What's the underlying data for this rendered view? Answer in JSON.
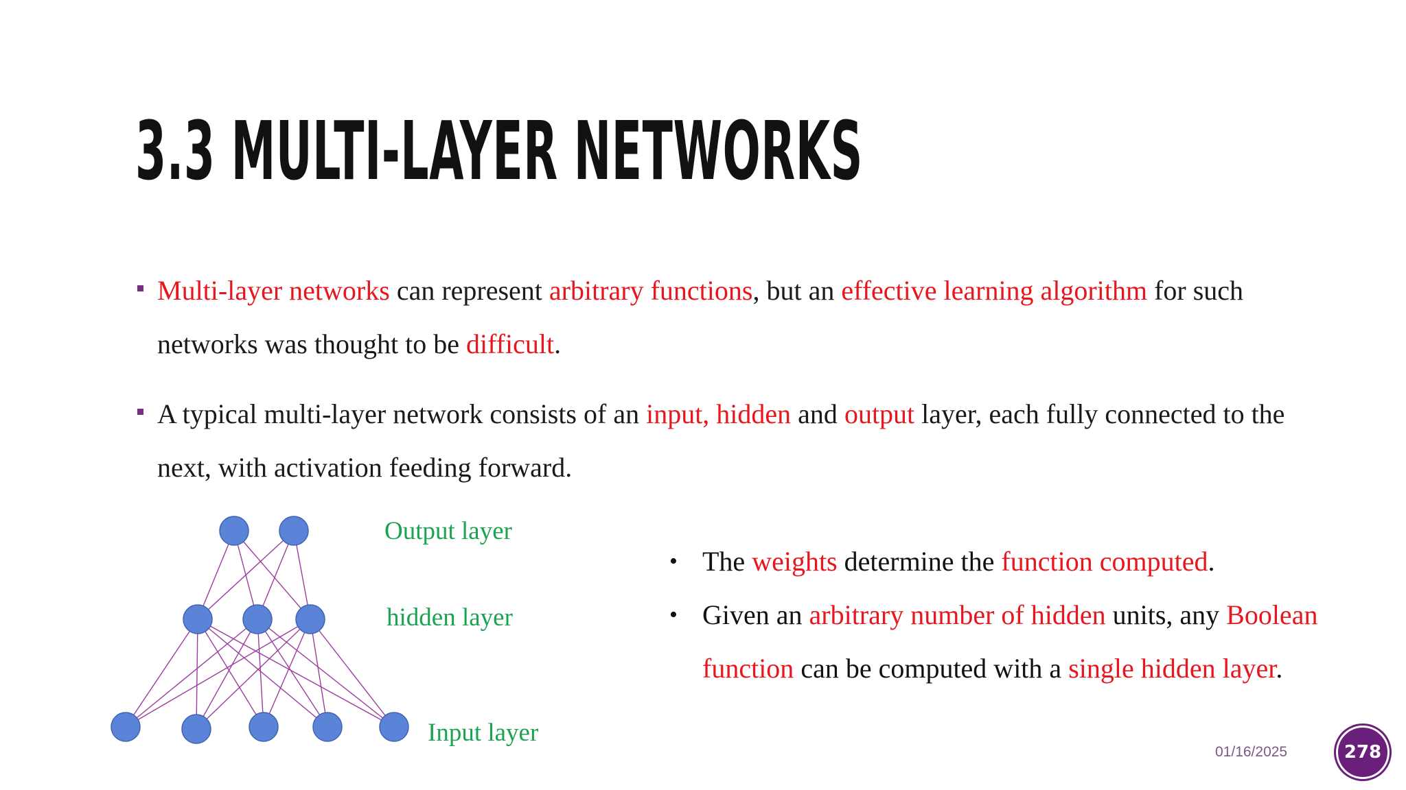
{
  "slide": {
    "title": "3.3 MULTI-LAYER  NETWORKS",
    "bullets": [
      {
        "segments": [
          {
            "text": "Multi-layer networks",
            "color": "red"
          },
          {
            "text": " can represent ",
            "color": "black"
          },
          {
            "text": "arbitrary functions",
            "color": "red"
          },
          {
            "text": ", but an ",
            "color": "black"
          },
          {
            "text": "effective learning algorithm",
            "color": "red"
          },
          {
            "text": " for such networks was thought to be ",
            "color": "black"
          },
          {
            "text": "difficult",
            "color": "red"
          },
          {
            "text": ".",
            "color": "black"
          }
        ]
      },
      {
        "segments": [
          {
            "text": "A typical multi-layer network consists of an ",
            "color": "black"
          },
          {
            "text": "input, hidden",
            "color": "red"
          },
          {
            "text": " and ",
            "color": "black"
          },
          {
            "text": "output",
            "color": "red"
          },
          {
            "text": " layer, each fully connected to the next, with activation feeding forward.",
            "color": "black"
          }
        ]
      }
    ],
    "diagram": {
      "labels": {
        "output": "Output layer",
        "hidden": "hidden layer",
        "input": "Input layer"
      },
      "node_color": "#5b84d8",
      "edge_color": "#9b3d9e",
      "node_counts": {
        "output": 2,
        "hidden": 3,
        "input": 5
      }
    },
    "right_list": [
      {
        "segments": [
          {
            "text": "The ",
            "color": "black"
          },
          {
            "text": "weights",
            "color": "red"
          },
          {
            "text": " determine the ",
            "color": "black"
          },
          {
            "text": "function computed",
            "color": "red"
          },
          {
            "text": ".",
            "color": "black"
          }
        ]
      },
      {
        "segments": [
          {
            "text": "Given an ",
            "color": "black"
          },
          {
            "text": "arbitrary number of hidden",
            "color": "red"
          },
          {
            "text": " units, any ",
            "color": "black"
          },
          {
            "text": "Boolean function",
            "color": "red"
          },
          {
            "text": " can be computed with a ",
            "color": "black"
          },
          {
            "text": "single hidden layer",
            "color": "red"
          },
          {
            "text": ".",
            "color": "black"
          }
        ]
      }
    ],
    "bullet_glyph": "•",
    "footer": {
      "date": "01/16/2025",
      "page_number": "278"
    },
    "colors": {
      "accent_red": "#e8161d",
      "label_green": "#1aa350",
      "bullet_purple": "#7b2d82",
      "page_badge": "#6a1f7a"
    }
  }
}
